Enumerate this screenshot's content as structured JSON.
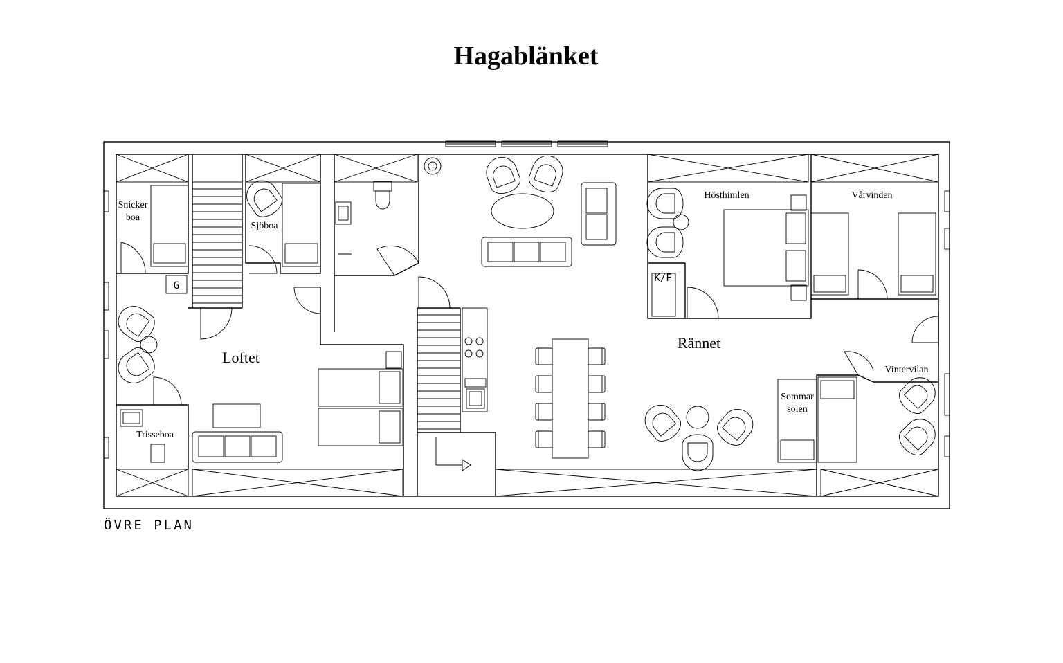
{
  "title": "Hagablänket",
  "plan_label": "ÖVRE PLAN",
  "rooms": {
    "snickerboa_1": "Snicker",
    "snickerboa_2": "boa",
    "sjoboa": "Sjöboa",
    "loftet": "Loftet",
    "trisseboa": "Trisseboa",
    "hosthimlen": "Hösthimlen",
    "varvinden": "Vårvinden",
    "rannet": "Rännet",
    "vintervilan": "Vintervilan",
    "sommarsolen_1": "Sommar",
    "sommarsolen_2": "solen"
  },
  "symbols": {
    "g": "G",
    "kf": "K/F"
  },
  "colors": {
    "ink": "#000000",
    "paper": "#ffffff"
  }
}
